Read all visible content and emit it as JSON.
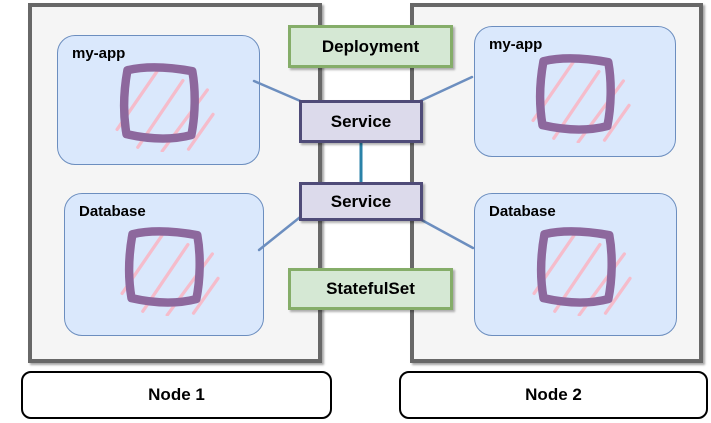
{
  "colors": {
    "node_fill": "#f5f5f5",
    "node_border": "#686868",
    "pod_fill": "#dae8fc",
    "pod_border": "#6c8ebf",
    "workload_fill": "#d5e8d4",
    "workload_border": "#85ad69",
    "service_fill": "#dcdaeb",
    "service_border": "#4f4b78",
    "link_color": "#6c8ebf",
    "service_link_color": "#2a82a8",
    "pod_icon_purple": "#8d689d",
    "pod_icon_pink": "#f5bccb"
  },
  "nodes": [
    {
      "label": "Node 1",
      "pods": [
        {
          "label": "my-app"
        },
        {
          "label": "Database"
        }
      ]
    },
    {
      "label": "Node 2",
      "pods": [
        {
          "label": "my-app"
        },
        {
          "label": "Database"
        }
      ]
    }
  ],
  "resources": {
    "deployment": {
      "label": "Deployment"
    },
    "service_app": {
      "label": "Service"
    },
    "service_db": {
      "label": "Service"
    },
    "statefulset": {
      "label": "StatefulSet"
    }
  }
}
